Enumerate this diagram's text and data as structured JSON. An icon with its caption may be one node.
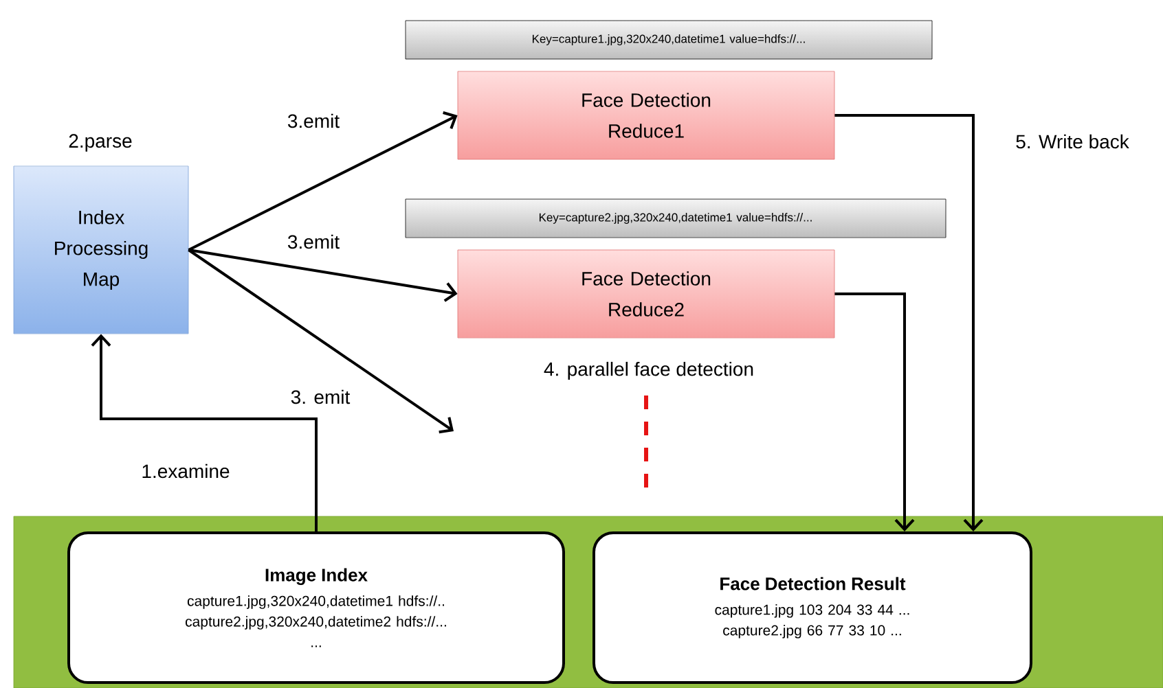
{
  "diagram": {
    "nodes": [
      {
        "text": [],
        "shape": "box"
      },
      {
        "text": [
          "Index Processing Map"
        ],
        "beside": [
          "2.parse"
        ]
      },
      {
        "text": [
          "Key=capture1.jpg,320x240,datetime1 value=hdfs://..."
        ]
      },
      {
        "text": [
          "Face Detection Reduce1"
        ]
      },
      {
        "text": [
          "Key=capture2.jpg,320x240,datetime1 value=hdfs://..."
        ]
      },
      {
        "text": [
          "Face Detection Reduce2"
        ],
        "beside": [
          "4. parallel face detection"
        ]
      },
      {
        "text": [
          "Image  Index",
          "capture1.jpg,320x240,datetime1 hdfs://..",
          "capture2.jpg,320x240,datetime2 hdfs://...",
          "..."
        ],
        "in": 0
      },
      {
        "text": [
          "Face Detection Result",
          "capture1.jpg 103 204 33 44 ...",
          "capture2.jpg 66 77 33 10 ..."
        ],
        "in": 0
      }
    ],
    "edges": [
      {
        "from": 1,
        "to": 3,
        "arrow": "to",
        "label": "3.emit"
      },
      {
        "from": 1,
        "to": 5,
        "arrow": "to",
        "label": "3.emit"
      },
      {
        "from": 1,
        "to": null,
        "arrow": "to",
        "label": "3. emit"
      },
      {
        "from": 6,
        "to": 1,
        "arrow": "to",
        "label": "1.examine"
      },
      {
        "from": 3,
        "to": 7,
        "arrow": "to",
        "label": "5. Write back"
      },
      {
        "from": 5,
        "to": 7,
        "arrow": "to"
      }
    ]
  }
}
